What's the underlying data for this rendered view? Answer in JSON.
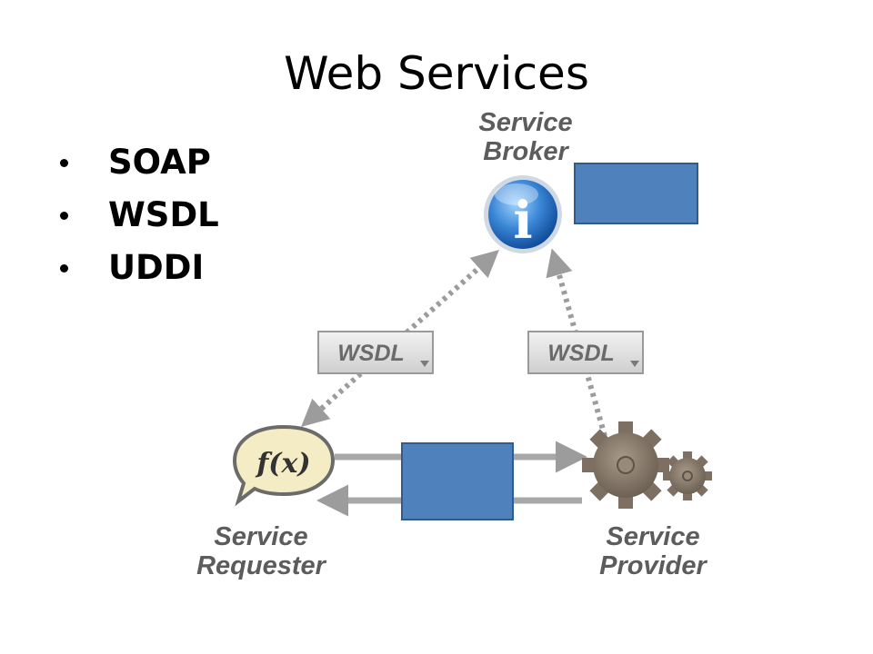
{
  "title": "Web Services",
  "bullets": [
    "SOAP",
    "WSDL",
    "UDDI"
  ],
  "diagram": {
    "broker_label": [
      "Service",
      "Broker"
    ],
    "requester_label": [
      "Service",
      "Requester"
    ],
    "provider_label": [
      "Service",
      "Provider"
    ],
    "left_tag": "WSDL",
    "right_tag": "WSDL",
    "function_symbol": "f(x)",
    "info_symbol": "i",
    "colors": {
      "blue_box": "#4f81bd",
      "blue_box_border": "#2f5b8f",
      "arrow": "#9c9c9c",
      "gear": "#8a7c6c"
    }
  }
}
